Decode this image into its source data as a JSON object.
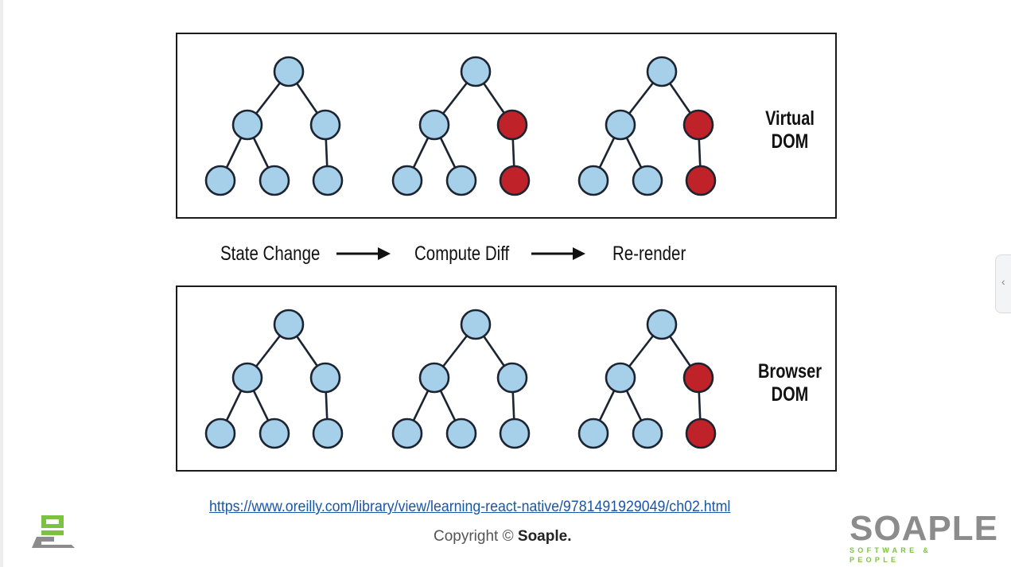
{
  "panels": [
    {
      "id": "virtual",
      "label_lines": [
        "Virtual",
        "DOM"
      ],
      "trees": [
        {
          "highlighted": []
        },
        {
          "highlighted": [
            2,
            5
          ]
        },
        {
          "highlighted": [
            2,
            5
          ]
        }
      ]
    },
    {
      "id": "browser",
      "label_lines": [
        "Browser",
        "DOM"
      ],
      "trees": [
        {
          "highlighted": []
        },
        {
          "highlighted": []
        },
        {
          "highlighted": [
            2,
            5
          ]
        }
      ]
    }
  ],
  "steps": [
    "State Change",
    "Compute Diff",
    "Re-render"
  ],
  "colors": {
    "node_fill": "#a6cfea",
    "highlight_fill": "#bf2228",
    "stroke": "#1b2430"
  },
  "source_link": "https://www.oreilly.com/library/view/learning-react-native/9781491929049/ch02.html",
  "footer": {
    "copyright_prefix": "Copyright ©",
    "copyright_brand": "Soaple."
  },
  "brand": {
    "word": "SOAPLE",
    "tagline": "SOFTWARE & PEOPLE"
  },
  "side_tab_icon": "chevron-left-icon"
}
